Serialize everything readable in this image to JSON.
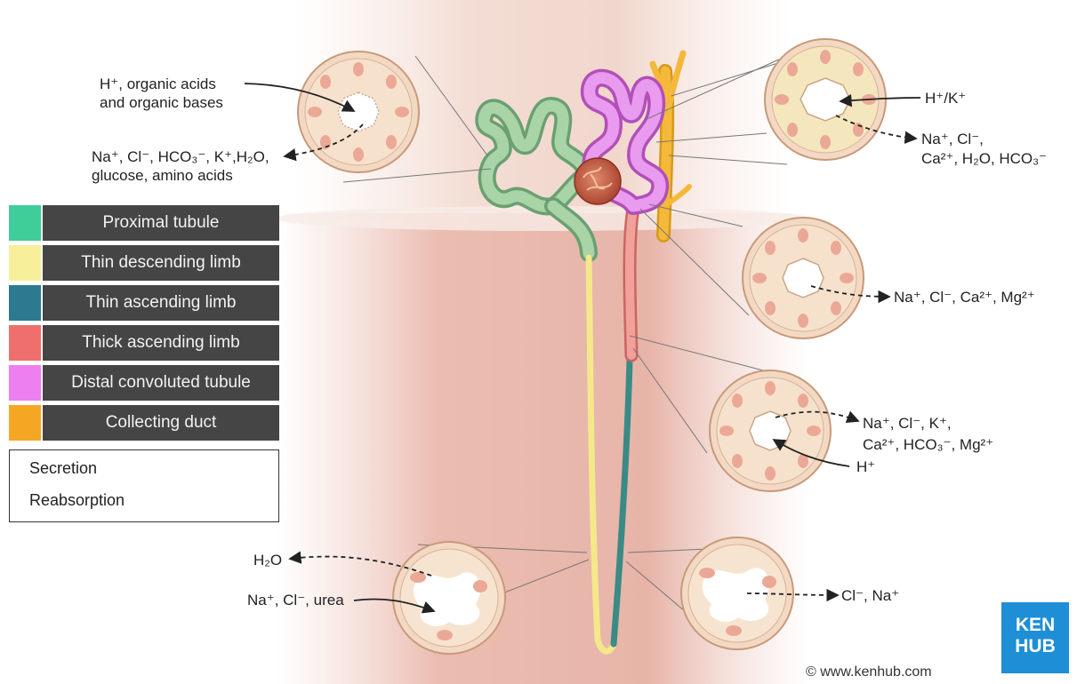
{
  "legend": {
    "items": [
      {
        "label": "Proximal tubule",
        "color": "#3fcd9a"
      },
      {
        "label": "Thin descending limb",
        "color": "#f7ef9a"
      },
      {
        "label": "Thin ascending limb",
        "color": "#2b7a90"
      },
      {
        "label": "Thick ascending limb",
        "color": "#ef6f6c"
      },
      {
        "label": "Distal convoluted tubule",
        "color": "#ee7ff0"
      },
      {
        "label": "Collecting duct",
        "color": "#f5a623"
      }
    ],
    "key": {
      "secretion": "Secretion",
      "reabsorption": "Reabsorption"
    }
  },
  "labels": {
    "proximal_secretion_1": "H⁺, organic acids",
    "proximal_secretion_2": "and organic bases",
    "proximal_reabs_1": "Na⁺, Cl⁻, HCO₃⁻, K⁺,H₂O,",
    "proximal_reabs_2": "glucose, amino acids",
    "dct_secretion": "H⁺/K⁺",
    "dct_reabs_1": "Na⁺, Cl⁻,",
    "dct_reabs_2": "Ca²⁺, H₂O, HCO₃⁻",
    "thick_reabs": "Na⁺, Cl⁻, Ca²⁺, Mg²⁺",
    "collecting_reabs_1": "Na⁺, Cl⁻, K⁺,",
    "collecting_reabs_2": "Ca²⁺, HCO₃⁻, Mg²⁺",
    "collecting_secretion": "H⁺",
    "thin_desc_water": "H₂O",
    "thin_desc_in": "Na⁺, Cl⁻, urea",
    "thin_asc_reabs": "Cl⁻, Na⁺"
  },
  "brand": {
    "line1": "KEN",
    "line2": "HUB"
  },
  "copyright": "© www.kenhub.com"
}
